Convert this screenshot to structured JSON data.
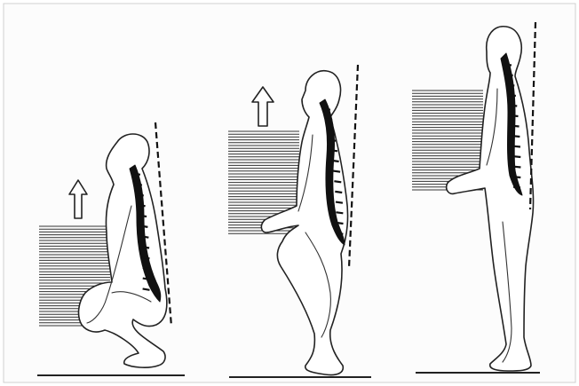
{
  "figure": {
    "panels": [
      {
        "id": "squat",
        "stage": "low"
      },
      {
        "id": "half-rise",
        "stage": "middle"
      },
      {
        "id": "standing",
        "stage": "upright"
      }
    ],
    "colors": {
      "background": "#ffffff",
      "outline": "#222222",
      "spine": "#111111",
      "frame_border": "#d0d0d0"
    },
    "icons": [
      "up-arrow-icon",
      "up-arrow-icon"
    ]
  }
}
